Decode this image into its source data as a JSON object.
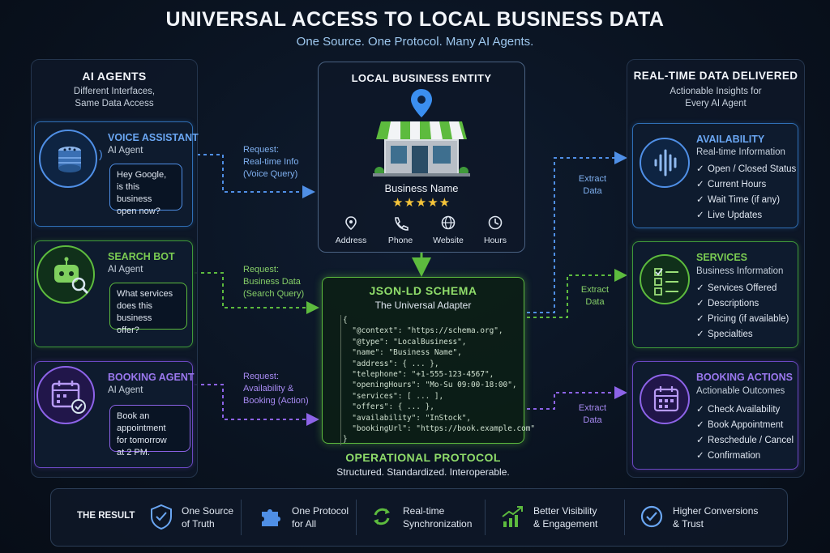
{
  "header": {
    "title": "UNIVERSAL ACCESS TO LOCAL BUSINESS DATA",
    "subtitle": "One Source. One Protocol. Many AI Agents."
  },
  "left": {
    "title": "AI AGENTS",
    "subtitle_1": "Different Interfaces,",
    "subtitle_2": "Same Data Access",
    "agents": [
      {
        "name": "VOICE ASSISTANT",
        "type": "AI Agent",
        "bubble": [
          "Hey Google,",
          "is this business",
          "open now?"
        ],
        "request": [
          "Request:",
          "Real-time Info",
          "(Voice Query)"
        ],
        "color": "#4f8fe6"
      },
      {
        "name": "SEARCH BOT",
        "type": "AI Agent",
        "bubble": [
          "What services",
          "does this business",
          "offer?"
        ],
        "request": [
          "Request:",
          "Business Data",
          "(Search Query)"
        ],
        "color": "#5dbb3e"
      },
      {
        "name": "BOOKING AGENT",
        "type": "AI Agent",
        "bubble": [
          "Book an appointment",
          "for tomorrow",
          "at 2 PM."
        ],
        "request": [
          "Request:",
          "Availability &",
          "Booking (Action)"
        ],
        "color": "#8d63e8"
      }
    ]
  },
  "entity": {
    "title": "LOCAL BUSINESS ENTITY",
    "name": "Business Name",
    "stars": "★★★★★",
    "links": [
      "Address",
      "Phone",
      "Website",
      "Hours"
    ]
  },
  "schema": {
    "title": "JSON-LD SCHEMA",
    "subtitle": "The Universal Adapter",
    "lines": [
      "{",
      "  \"@context\": \"https://schema.org\",",
      "  \"@type\": \"LocalBusiness\",",
      "  \"name\": \"Business Name\",",
      "  \"address\": { ... },",
      "  \"telephone\": \"+1-555-123-4567\",",
      "  \"openingHours\": \"Mo-Su 09:00-18:00\",",
      "  \"services\": [ ... ],",
      "  \"offers\": { ... },",
      "  \"availability\": \"InStock\",",
      "  \"bookingUrl\": \"https://book.example.com\"",
      "}"
    ],
    "protocol_title": "OPERATIONAL PROTOCOL",
    "protocol_sub": "Structured. Standardized. Interoperable."
  },
  "extract": [
    "Extract",
    "Data"
  ],
  "right": {
    "title": "REAL-TIME DATA DELIVERED",
    "subtitle_1": "Actionable Insights for",
    "subtitle_2": "Every AI Agent",
    "cards": [
      {
        "title": "AVAILABILITY",
        "sub": "Real-time Information",
        "items": [
          "Open / Closed Status",
          "Current Hours",
          "Wait Time (if any)",
          "Live Updates"
        ],
        "color": "#4f8fe6"
      },
      {
        "title": "SERVICES",
        "sub": "Business Information",
        "items": [
          "Services Offered",
          "Descriptions",
          "Pricing (if available)",
          "Specialties"
        ],
        "color": "#5dbb3e"
      },
      {
        "title": "BOOKING ACTIONS",
        "sub": "Actionable Outcomes",
        "items": [
          "Check Availability",
          "Book Appointment",
          "Reschedule / Cancel",
          "Confirmation"
        ],
        "color": "#8d63e8"
      }
    ]
  },
  "result": {
    "label": "THE RESULT",
    "items": [
      {
        "l1": "One Source",
        "l2": "of Truth",
        "icon": "shield-check-icon"
      },
      {
        "l1": "One Protocol",
        "l2": "for All",
        "icon": "puzzle-icon"
      },
      {
        "l1": "Real-time",
        "l2": "Synchronization",
        "icon": "sync-icon"
      },
      {
        "l1": "Better Visibility",
        "l2": "& Engagement",
        "icon": "growth-chart-icon"
      },
      {
        "l1": "Higher Conversions",
        "l2": "& Trust",
        "icon": "check-circle-icon"
      }
    ]
  },
  "colors": {
    "blue": "#4f8fe6",
    "green": "#5dbb3e",
    "purple": "#8d63e8"
  }
}
